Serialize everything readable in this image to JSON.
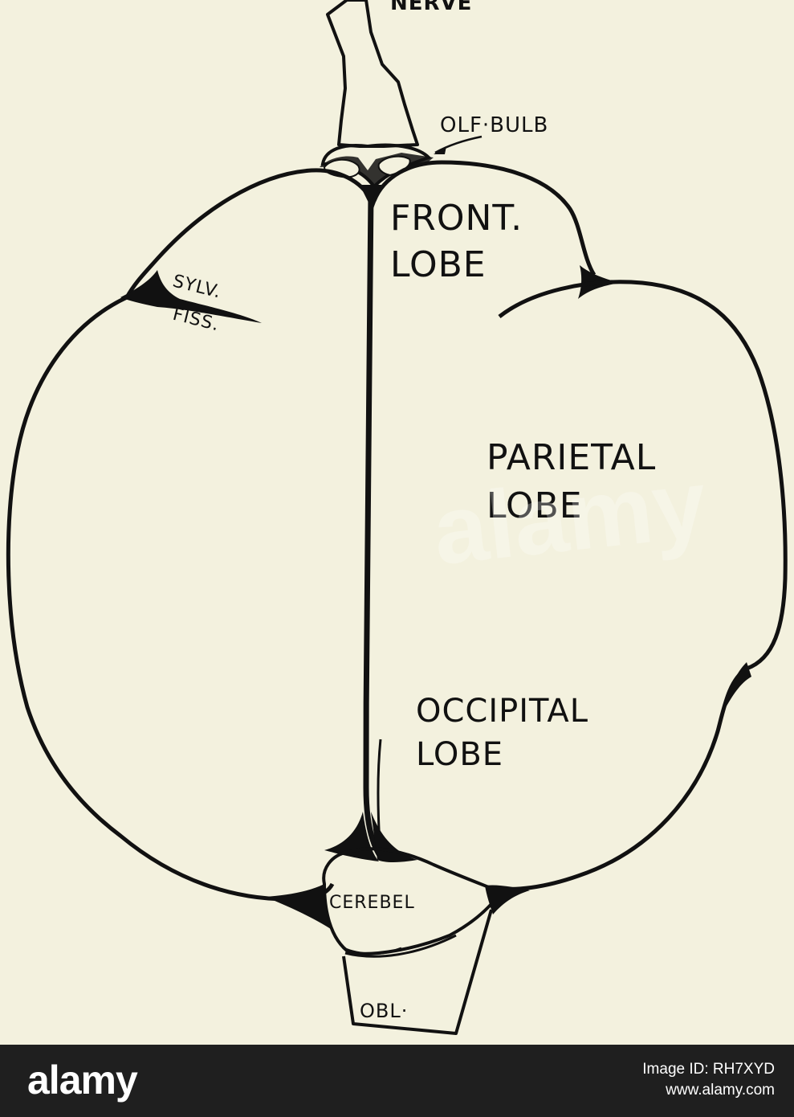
{
  "diagram": {
    "labels": {
      "nerve": "NERVE",
      "olf_bulb": "OLF·BULB",
      "front_lobe_1": "FRONT.",
      "front_lobe_2": "LOBE",
      "sylv_1": "SYLV.",
      "sylv_2": "FISS.",
      "parietal_1": "PARIETAL",
      "parietal_2": "LOBE",
      "occipital_1": "OCCIPITAL",
      "occipital_2": "LOBE",
      "cerebel": "CEREBEL",
      "obl": "OBL·"
    },
    "watermark": "alamy"
  },
  "footer": {
    "brand": "alamy",
    "image_id": "Image ID: RH7XYD",
    "site": "www.alamy.com"
  },
  "colors": {
    "paper": "#f3f1de",
    "ink": "#111111",
    "footer_bg": "#1f1f1f",
    "footer_text": "#ffffff"
  }
}
